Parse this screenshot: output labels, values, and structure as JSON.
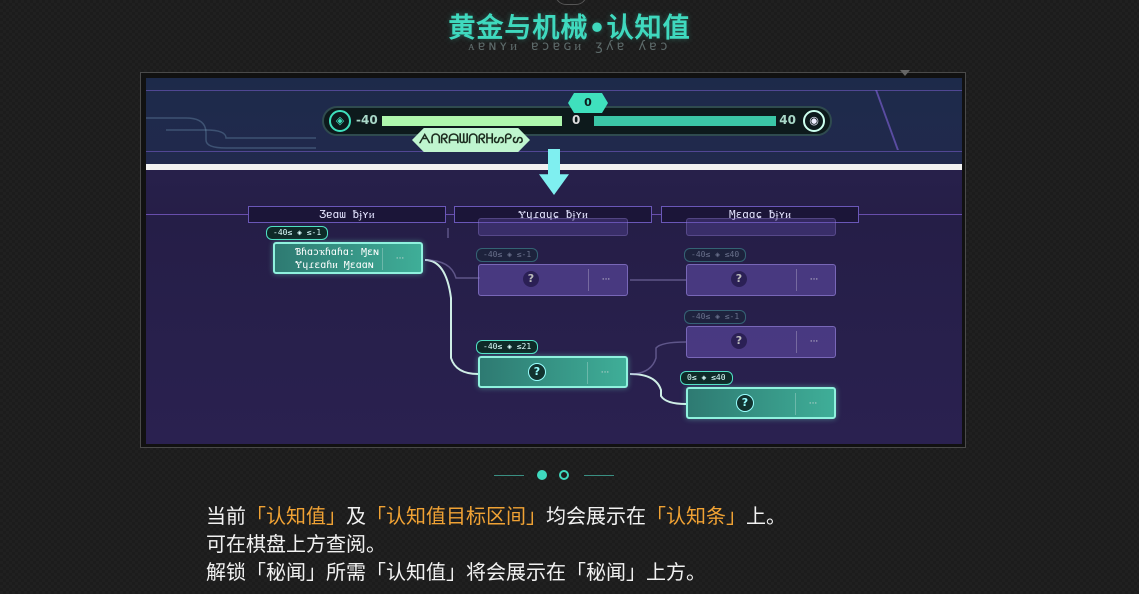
{
  "title": "黄金与机械•认知值",
  "subtitle": "ᴀɐɴʏᴎ ɐɔɐɢᴎ ʒʎɐ ʎɐɔ",
  "gauge": {
    "min": "-40",
    "mid": "0",
    "max": "40",
    "marker_value": "0",
    "label": "ᗅᑎᖇᗩᗯᑎᖇᕼᔕᑭᔕ",
    "left_icon": "◈",
    "right_icon": "◉"
  },
  "columns": [
    "Ʒɐɑɯ ƀɉʏᴎ",
    "Ɏɥɾɑɥɕ ƀɉʏᴎ",
    "Ɱɛɑɑɕ ƀɉʏᴎ"
  ],
  "nodes": {
    "start_line1": "Ɓɦɑɔҡɦɑɦɑ: Ɱɛɴ",
    "start_line2": "Ɏɥɾɛɑɦᴎ Ɱɛɑɑɴ",
    "question": "?",
    "dots": "···",
    "tag_start": "-40≤ ◈ ≤-1",
    "tag_mid": "-40≤ ◈ ≤21",
    "tag_end": "0≤ ◈ ≤40",
    "tag_faded1": "-40≤ ◈ ≤-1",
    "tag_faded2": "-40≤ ◈ ≤40",
    "tag_faded3": "-40≤ ◈ ≤-1"
  },
  "pagination": {
    "count": 2,
    "active": 0
  },
  "description": {
    "line1": {
      "p1": "当前",
      "h1": "「认知值」",
      "p2": "及",
      "h2": "「认知值目标区间」",
      "p3": "均会展示在",
      "h3": "「认知条」",
      "p4": "上。"
    },
    "line2": "可在棋盘上方查阅。",
    "line3": "解锁「秘闻」所需「认知值」将会展示在「秘闻」上方。"
  },
  "colors": {
    "accent": "#3fd9be",
    "highlight": "#f0a234",
    "node_active": "#3fae98",
    "node_locked": "#5f4ba5"
  }
}
